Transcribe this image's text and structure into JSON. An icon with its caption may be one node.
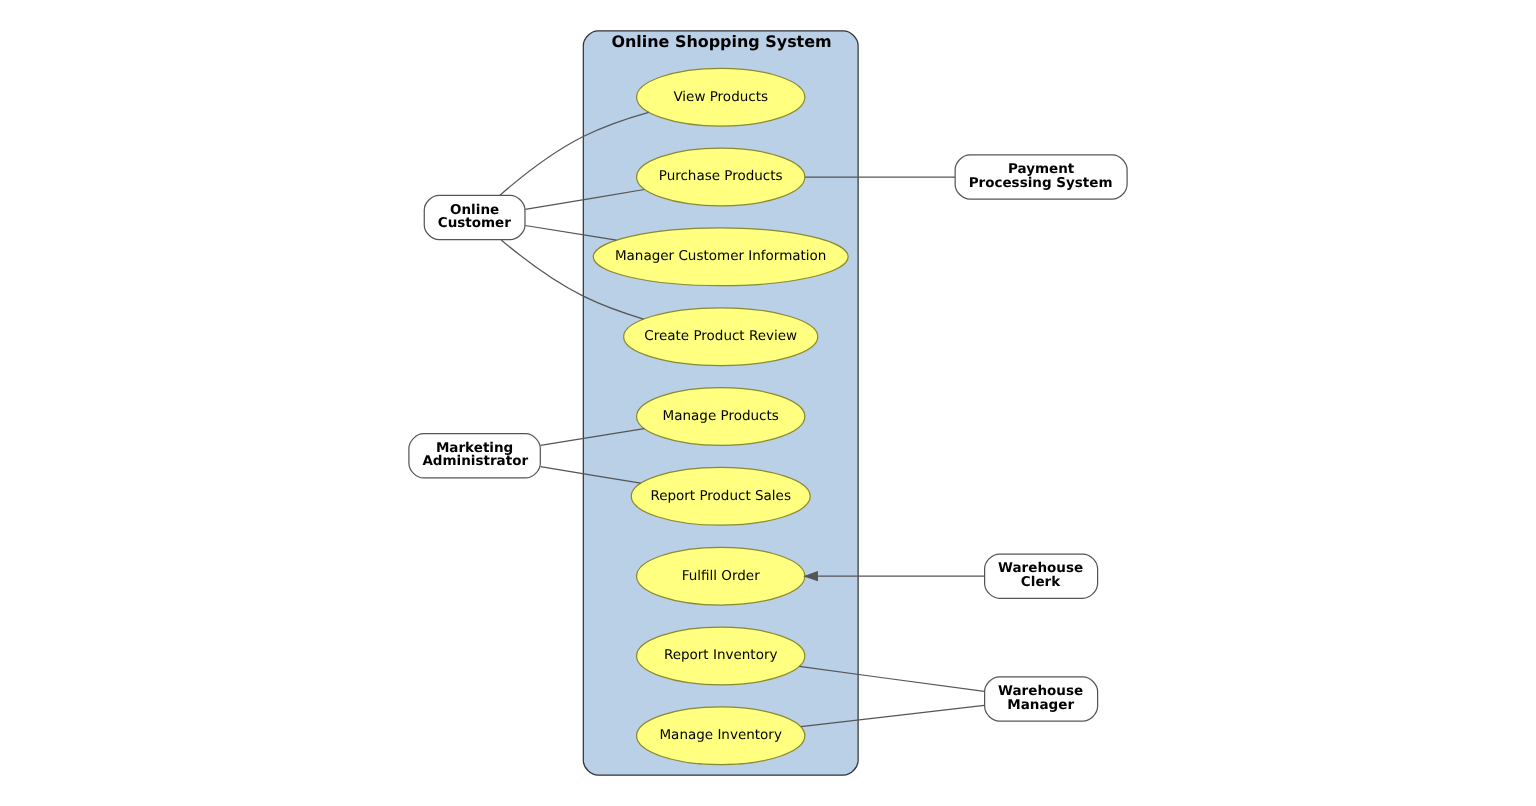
{
  "diagram": {
    "nodes": [
      {
        "text": [
          "Online Shopping System"
        ]
      },
      {
        "text": [
          "View Products"
        ],
        "in": 0
      },
      {
        "text": [
          "Purchase Products"
        ],
        "in": 0
      },
      {
        "text": [
          "Manager Customer Information"
        ],
        "in": 0
      },
      {
        "text": [
          "Create Product Review"
        ],
        "in": 0
      },
      {
        "text": [
          "Manage Products"
        ],
        "in": 0
      },
      {
        "text": [
          "Report Product Sales"
        ],
        "in": 0
      },
      {
        "text": [
          "Fulfill Order"
        ],
        "in": 0
      },
      {
        "text": [
          "Report Inventory"
        ],
        "in": 0
      },
      {
        "text": [
          "Manage Inventory"
        ],
        "in": 0
      },
      {
        "text": [
          "Online Customer"
        ]
      },
      {
        "text": [
          "Marketing Administrator"
        ]
      },
      {
        "text": [
          "Payment Processing System"
        ]
      },
      {
        "text": [
          "Warehouse Clerk"
        ]
      },
      {
        "text": [
          "Warehouse Manager"
        ]
      }
    ],
    "edges": [
      {
        "from": 10,
        "to": 1,
        "arrow": "none"
      },
      {
        "from": 10,
        "to": 2,
        "arrow": "none"
      },
      {
        "from": 10,
        "to": 3,
        "arrow": "none"
      },
      {
        "from": 10,
        "to": 4,
        "arrow": "none"
      },
      {
        "from": 2,
        "to": 12,
        "arrow": "none"
      },
      {
        "from": 11,
        "to": 5,
        "arrow": "none"
      },
      {
        "from": 11,
        "to": 6,
        "arrow": "none"
      },
      {
        "from": 13,
        "to": 7,
        "arrow": "to"
      },
      {
        "from": 8,
        "to": 14,
        "arrow": "none"
      },
      {
        "from": 9,
        "to": 14,
        "arrow": "none"
      }
    ]
  }
}
